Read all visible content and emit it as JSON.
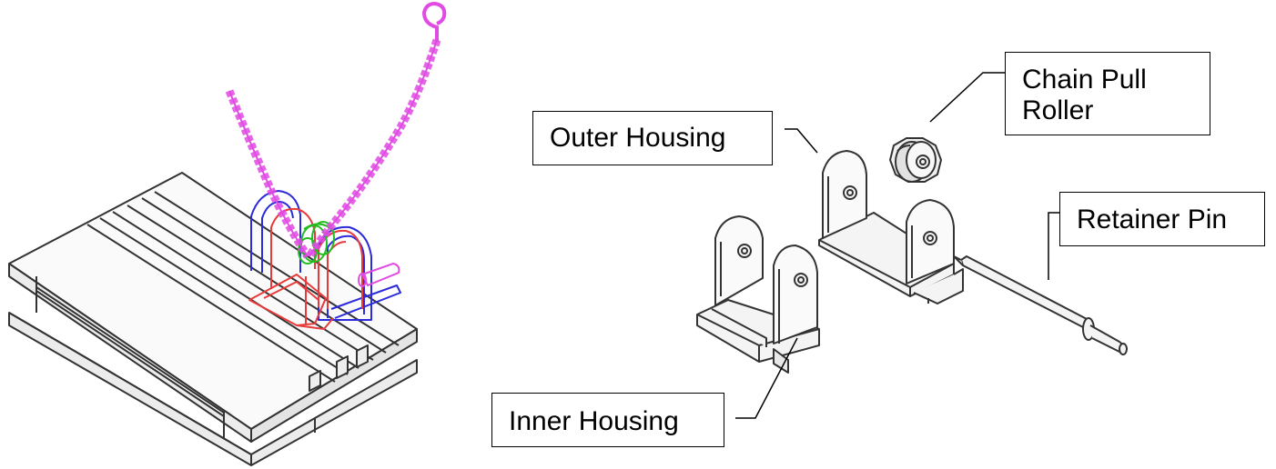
{
  "labels": {
    "chain_pull_roller_line1": "Chain Pull",
    "chain_pull_roller_line2": "Roller",
    "outer_housing": "Outer Housing",
    "retainer_pin": "Retainer Pin",
    "inner_housing": "Inner Housing"
  },
  "colors": {
    "chain": "#e14ae3",
    "outer_housing_assembly": "#2b2bdb",
    "inner_housing_assembly": "#e83a3a",
    "roller_assembly": "#22bb22",
    "linework": "#333333",
    "part_fill": "#f2f2f2"
  }
}
